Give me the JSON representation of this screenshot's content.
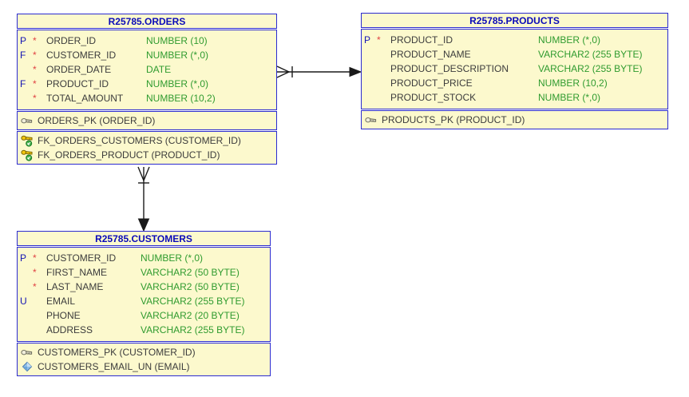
{
  "diagram": {
    "type": "entity-relationship-diagram",
    "colors": {
      "table_fill": "#fcf9cd",
      "table_border": "#2b2bd0",
      "title_text": "#0a0ab8",
      "flag_text": "#1414b4",
      "required_marker": "#e04343",
      "column_text": "#3c3c3c",
      "datatype_text": "#2f9b2f",
      "connector": "#1a1a1a",
      "background": "#ffffff"
    },
    "tables": [
      {
        "title": "R25785.ORDERS",
        "columns": [
          {
            "flag": "P",
            "required": "*",
            "name": "ORDER_ID",
            "type": "NUMBER (10)"
          },
          {
            "flag": "F",
            "required": "*",
            "name": "CUSTOMER_ID",
            "type": "NUMBER (*,0)"
          },
          {
            "flag": "",
            "required": "*",
            "name": "ORDER_DATE",
            "type": "DATE"
          },
          {
            "flag": "F",
            "required": "*",
            "name": "PRODUCT_ID",
            "type": "NUMBER (*,0)"
          },
          {
            "flag": "",
            "required": "*",
            "name": "TOTAL_AMOUNT",
            "type": "NUMBER (10,2)"
          }
        ],
        "key_sections": [
          {
            "rows": [
              {
                "icon": "primary-key",
                "label": "ORDERS_PK (ORDER_ID)"
              }
            ]
          },
          {
            "rows": [
              {
                "icon": "foreign-key",
                "label": "FK_ORDERS_CUSTOMERS (CUSTOMER_ID)"
              },
              {
                "icon": "foreign-key",
                "label": "FK_ORDERS_PRODUCT (PRODUCT_ID)"
              }
            ]
          }
        ]
      },
      {
        "title": "R25785.PRODUCTS",
        "columns": [
          {
            "flag": "P",
            "required": "*",
            "name": "PRODUCT_ID",
            "type": "NUMBER (*,0)"
          },
          {
            "flag": "",
            "required": "",
            "name": "PRODUCT_NAME",
            "type": "VARCHAR2 (255 BYTE)"
          },
          {
            "flag": "",
            "required": "",
            "name": "PRODUCT_DESCRIPTION",
            "type": "VARCHAR2 (255 BYTE)"
          },
          {
            "flag": "",
            "required": "",
            "name": "PRODUCT_PRICE",
            "type": "NUMBER (10,2)"
          },
          {
            "flag": "",
            "required": "",
            "name": "PRODUCT_STOCK",
            "type": "NUMBER (*,0)"
          }
        ],
        "key_sections": [
          {
            "rows": [
              {
                "icon": "primary-key",
                "label": "PRODUCTS_PK (PRODUCT_ID)"
              }
            ]
          }
        ]
      },
      {
        "title": "R25785.CUSTOMERS",
        "columns": [
          {
            "flag": "P",
            "required": "*",
            "name": "CUSTOMER_ID",
            "type": "NUMBER (*,0)"
          },
          {
            "flag": "",
            "required": "*",
            "name": "FIRST_NAME",
            "type": "VARCHAR2 (50 BYTE)"
          },
          {
            "flag": "",
            "required": "*",
            "name": "LAST_NAME",
            "type": "VARCHAR2 (50 BYTE)"
          },
          {
            "flag": "U",
            "required": "",
            "name": "EMAIL",
            "type": "VARCHAR2 (255 BYTE)"
          },
          {
            "flag": "",
            "required": "",
            "name": "PHONE",
            "type": "VARCHAR2 (20 BYTE)"
          },
          {
            "flag": "",
            "required": "",
            "name": "ADDRESS",
            "type": "VARCHAR2 (255 BYTE)"
          }
        ],
        "key_sections": [
          {
            "rows": [
              {
                "icon": "primary-key",
                "label": "CUSTOMERS_PK (CUSTOMER_ID)"
              },
              {
                "icon": "unique-constraint",
                "label": "CUSTOMERS_EMAIL_UN (EMAIL)"
              }
            ]
          }
        ]
      }
    ],
    "relationships": [
      {
        "from_table": "R25785.ORDERS",
        "to_table": "R25785.PRODUCTS",
        "from_end": "crow-foot-many",
        "to_end": "solid-arrow-one"
      },
      {
        "from_table": "R25785.ORDERS",
        "to_table": "R25785.CUSTOMERS",
        "from_end": "crow-foot-many",
        "to_end": "solid-arrow-one"
      }
    ]
  }
}
